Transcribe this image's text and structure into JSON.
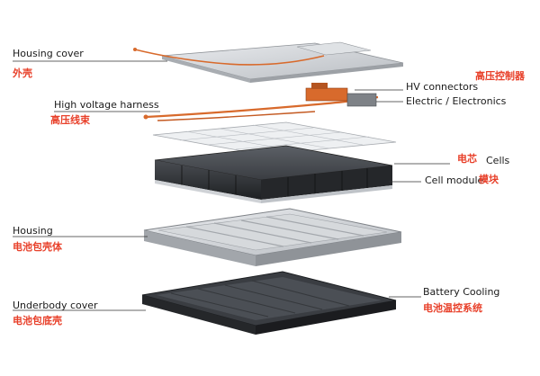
{
  "labels": {
    "housing_cover": {
      "en": "Housing cover",
      "zh": "外壳"
    },
    "hv_harness": {
      "en": "High voltage harness",
      "zh": "高压线束"
    },
    "hv_connectors": {
      "en": "HV connectors",
      "zh": "高压控制器"
    },
    "electronics": {
      "en": "Electric / Electronics"
    },
    "cells": {
      "en": "Cells",
      "zh": "电芯"
    },
    "cell_module": {
      "en": "Cell module",
      "zh": "模块"
    },
    "housing": {
      "en": "Housing",
      "zh": "电池包壳体"
    },
    "underbody": {
      "en": "Underbody cover",
      "zh": "电池包底壳"
    },
    "cooling": {
      "en": "Battery Cooling",
      "zh": "电池温控系统"
    }
  },
  "colors": {
    "label_cn": "#e8402a",
    "leader_line": "#333333",
    "aluminum": "#cfd2d6",
    "cell_dark": "#2b2d30",
    "copper": "#d86a2c"
  }
}
